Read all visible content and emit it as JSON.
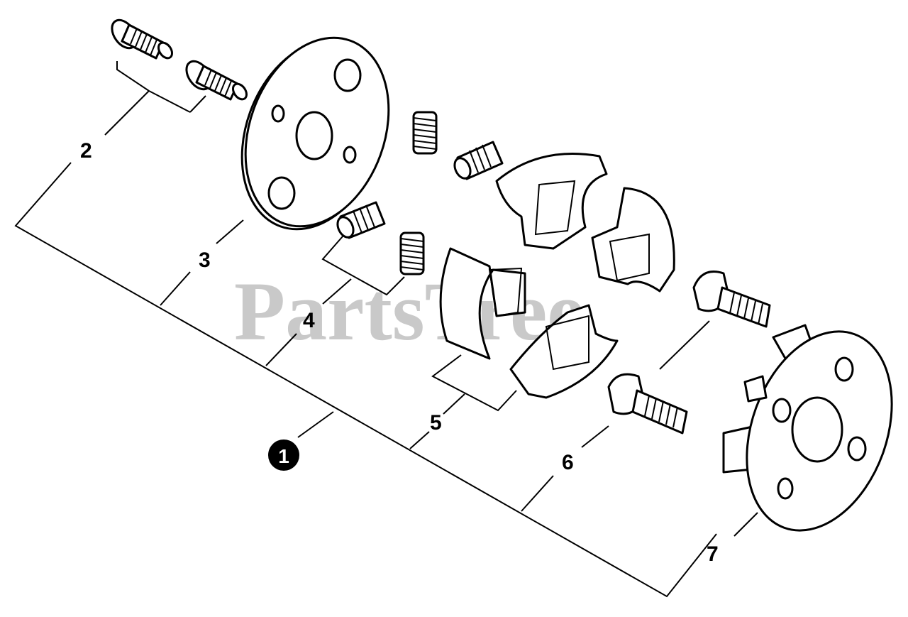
{
  "diagram": {
    "watermark": "PartsTree",
    "callouts": {
      "c1": "1",
      "c2": "2",
      "c3": "3",
      "c4": "4",
      "c5": "5",
      "c6": "6",
      "c7": "7"
    }
  }
}
